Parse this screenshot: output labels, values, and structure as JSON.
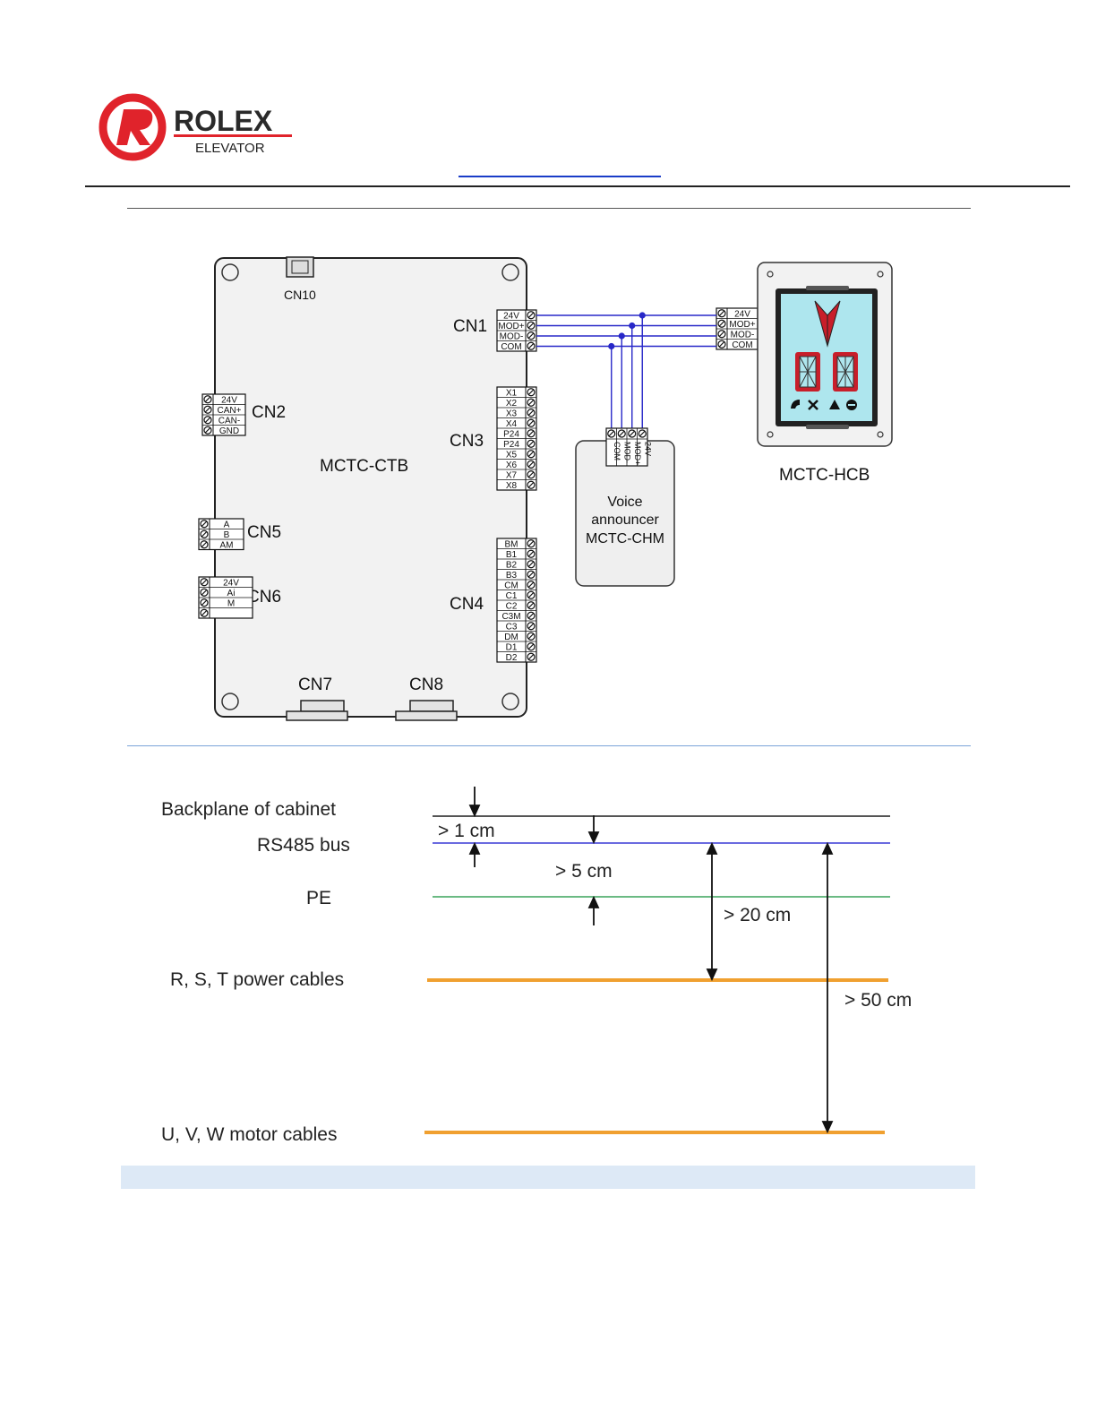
{
  "brand": {
    "name": "ROLEX",
    "tagline": "ELEVATOR",
    "accent_color": "#e0232b"
  },
  "header": {
    "link_text": ""
  },
  "wiring": {
    "board_ctb": {
      "label": "MCTC-CTB",
      "cn10": "CN10",
      "cn1": {
        "label": "CN1",
        "pins": [
          "24V",
          "MOD+",
          "MOD-",
          "COM"
        ]
      },
      "cn2": {
        "label": "CN2",
        "pins": [
          "24V",
          "CAN+",
          "CAN-",
          "GND"
        ]
      },
      "cn3": {
        "label": "CN3",
        "pins": [
          "X1",
          "X2",
          "X3",
          "X4",
          "P24",
          "P24",
          "X5",
          "X6",
          "X7",
          "X8"
        ]
      },
      "cn4": {
        "label": "CN4",
        "pins": [
          "BM",
          "B1",
          "B2",
          "B3",
          "CM",
          "C1",
          "C2",
          "C3M",
          "C3",
          "DM",
          "D1",
          "D2"
        ]
      },
      "cn5": {
        "label": "CN5",
        "pins": [
          "A",
          "B",
          "AM"
        ]
      },
      "cn6": {
        "label": "CN6",
        "pins": [
          "24V",
          "Ai",
          "M",
          ""
        ]
      },
      "cn7": "CN7",
      "cn8": "CN8"
    },
    "hcb": {
      "label": "MCTC-HCB",
      "pins": [
        "24V",
        "MOD+",
        "MOD-",
        "COM"
      ]
    },
    "chm": {
      "label_lines": [
        "Voice",
        "announcer",
        "MCTC-CHM"
      ],
      "pins": [
        "COM",
        "MOD-",
        "MOD+",
        "24V"
      ]
    },
    "bus_color": "#2828c8"
  },
  "spacing": {
    "lines": [
      {
        "label": "Backplane of cabinet",
        "color": "#555555"
      },
      {
        "label": "RS485 bus",
        "color": "#6a6ae0"
      },
      {
        "label": "PE",
        "color": "#3aa35a"
      },
      {
        "label": "R, S, T power cables",
        "color": "#f0a030"
      },
      {
        "label": "U, V, W motor cables",
        "color": "#f0a030"
      }
    ],
    "distances": [
      "> 1 cm",
      "> 5 cm",
      "> 20 cm",
      "> 50 cm"
    ]
  }
}
